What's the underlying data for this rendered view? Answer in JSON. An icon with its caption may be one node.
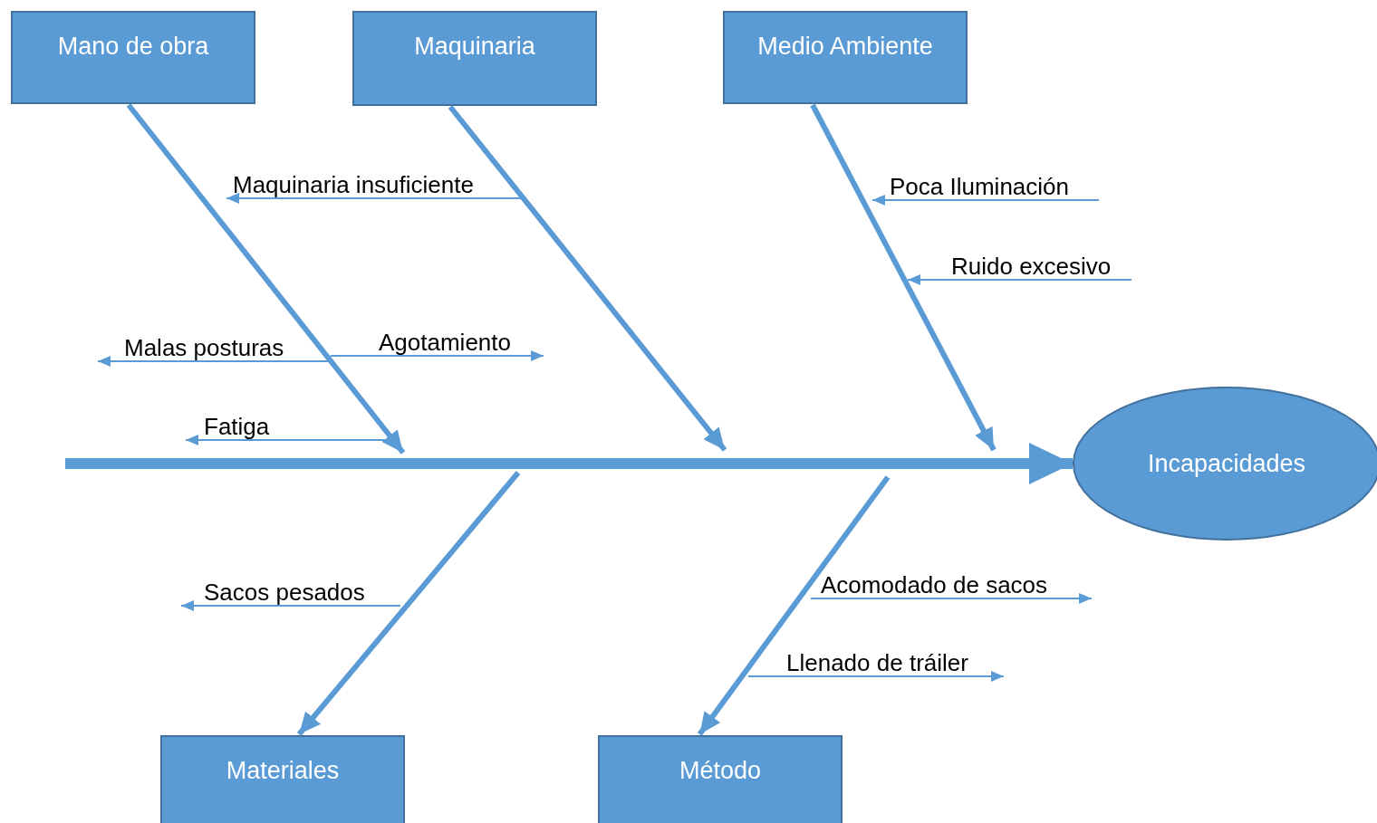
{
  "diagram": {
    "nodes": [
      {
        "text": [
          "Mano de obra"
        ]
      },
      {
        "text": [
          "Maquinaria"
        ]
      },
      {
        "text": [
          "Medio Ambiente"
        ]
      },
      {
        "text": [
          "Incapacidades"
        ]
      },
      {
        "text": [
          "Materiales"
        ]
      },
      {
        "text": [
          "Método"
        ]
      },
      {
        "text": [
          "Maquinaria insuficiente"
        ]
      },
      {
        "text": [
          "Poca Iluminación"
        ]
      },
      {
        "text": [
          "Ruido excesivo"
        ]
      },
      {
        "text": [
          "Malas posturas"
        ]
      },
      {
        "text": [
          "Agotamiento"
        ]
      },
      {
        "text": [
          "Fatiga"
        ]
      },
      {
        "text": [
          "Sacos pesados"
        ]
      },
      {
        "text": [
          "Acomodado de sacos"
        ]
      },
      {
        "text": [
          "Llenado de tráiler"
        ]
      }
    ],
    "edges": [
      {
        "from": null,
        "to": 3,
        "arrow": "to",
        "style": "thick"
      },
      {
        "from": 0,
        "to": null,
        "arrow": "to",
        "style": "thick"
      },
      {
        "from": 1,
        "to": null,
        "arrow": "to",
        "style": "thick"
      },
      {
        "from": 2,
        "to": null,
        "arrow": "to",
        "style": "thick"
      },
      {
        "from": null,
        "to": 4,
        "arrow": "to",
        "style": "thick"
      },
      {
        "from": null,
        "to": 5,
        "arrow": "to",
        "style": "thick"
      },
      {
        "from": null,
        "to": 6,
        "arrow": "to"
      },
      {
        "from": null,
        "to": 7,
        "arrow": "to"
      },
      {
        "from": 8,
        "to": null,
        "arrow": "to"
      },
      {
        "from": null,
        "to": 9,
        "arrow": "to"
      },
      {
        "from": null,
        "to": 10,
        "arrow": "to"
      },
      {
        "from": null,
        "to": 11,
        "arrow": "to"
      },
      {
        "from": null,
        "to": 12,
        "arrow": "to"
      },
      {
        "from": 13,
        "to": null,
        "arrow": "to"
      },
      {
        "from": null,
        "to": 14,
        "arrow": "to"
      }
    ]
  }
}
